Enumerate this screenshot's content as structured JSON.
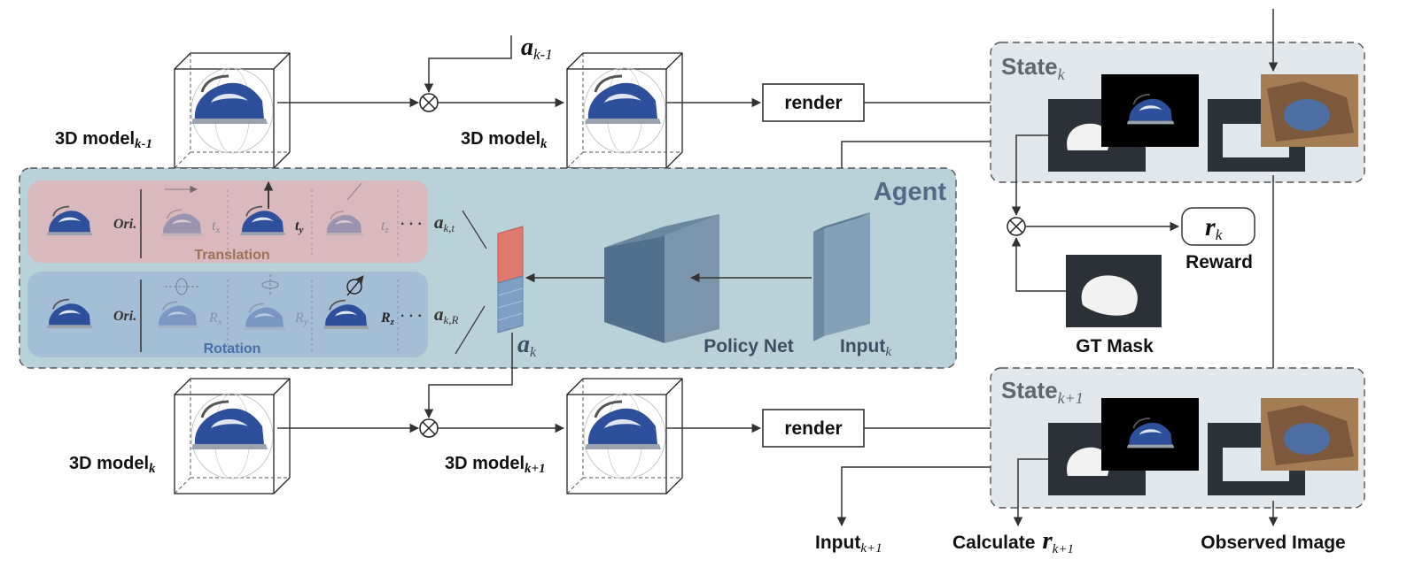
{
  "top_row": {
    "model_prev": {
      "base": "3D model",
      "sub": "k-1"
    },
    "action": {
      "base": "a",
      "sub": "k-1"
    },
    "model_cur": {
      "base": "3D model",
      "sub": "k"
    },
    "render": "render"
  },
  "bottom_row": {
    "model_cur": {
      "base": "3D model",
      "sub": "k"
    },
    "model_next": {
      "base": "3D model",
      "sub": "k+1"
    },
    "render": "render"
  },
  "agent": {
    "title": "Agent",
    "translation_strip": {
      "label": "Translation",
      "items": [
        "Ori.",
        "t",
        "t",
        "t"
      ],
      "item_subs": [
        "",
        "x",
        "y",
        "z"
      ],
      "dots": "· · ·",
      "action": {
        "base": "a",
        "sub": "k,t"
      }
    },
    "rotation_strip": {
      "label": "Rotation",
      "items": [
        "Ori.",
        "R",
        "R",
        "R"
      ],
      "item_subs": [
        "",
        "x",
        "y",
        "z"
      ],
      "dots": "· · ·",
      "action": {
        "base": "a",
        "sub": "k,R"
      }
    },
    "action_vector": {
      "base": "a",
      "sub": "k"
    },
    "policy_net": "Policy Net",
    "input": {
      "base": "Input",
      "sub": "k"
    }
  },
  "state_k": {
    "base": "State",
    "sub": "k"
  },
  "state_k1": {
    "base": "State",
    "sub": "k+1"
  },
  "reward": {
    "symbol": "r",
    "sub": "k",
    "label": "Reward"
  },
  "gt_mask": "GT Mask",
  "outputs": {
    "input_next": {
      "base": "Input",
      "sub": "k+1"
    },
    "calculate": {
      "prefix": "Calculate",
      "symbol": "r",
      "sub": "k+1"
    },
    "observed": "Observed Image"
  },
  "colors": {
    "agent_bg": "#b9d1d9",
    "translation_bg": "#d9b9bd",
    "rotation_bg": "#a4bed6",
    "state_bg": "#e1e7eb",
    "iron_blue": "#2d4f9c",
    "policy_dark": "#4f6b85",
    "policy_light": "#7b96ab",
    "action_red": "#e07a6f"
  }
}
